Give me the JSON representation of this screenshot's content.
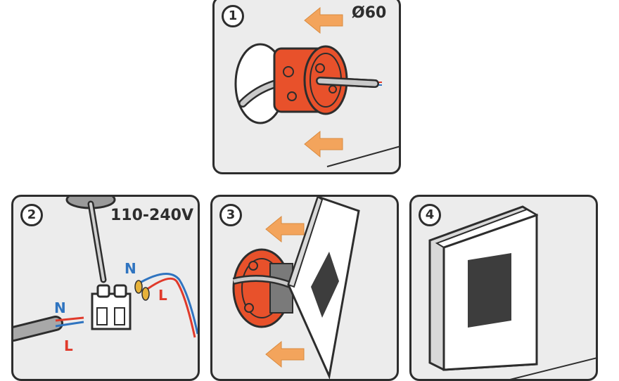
{
  "steps": [
    {
      "number": "1",
      "label": "Ø60"
    },
    {
      "number": "2",
      "label": "110-240V",
      "wires": {
        "neutral": "N",
        "live": "L"
      }
    },
    {
      "number": "3"
    },
    {
      "number": "4"
    }
  ],
  "colors": {
    "box": "#e8512b",
    "arrow": "#f3a45c",
    "neutral": "#2f74c0",
    "live": "#e03a2b",
    "outline": "#2d2d2d",
    "panel": "#ececec"
  },
  "icons": [
    "arrow-left-icon",
    "screwdriver-icon",
    "terminal-block-icon",
    "junction-box-icon",
    "wall-light-icon"
  ]
}
